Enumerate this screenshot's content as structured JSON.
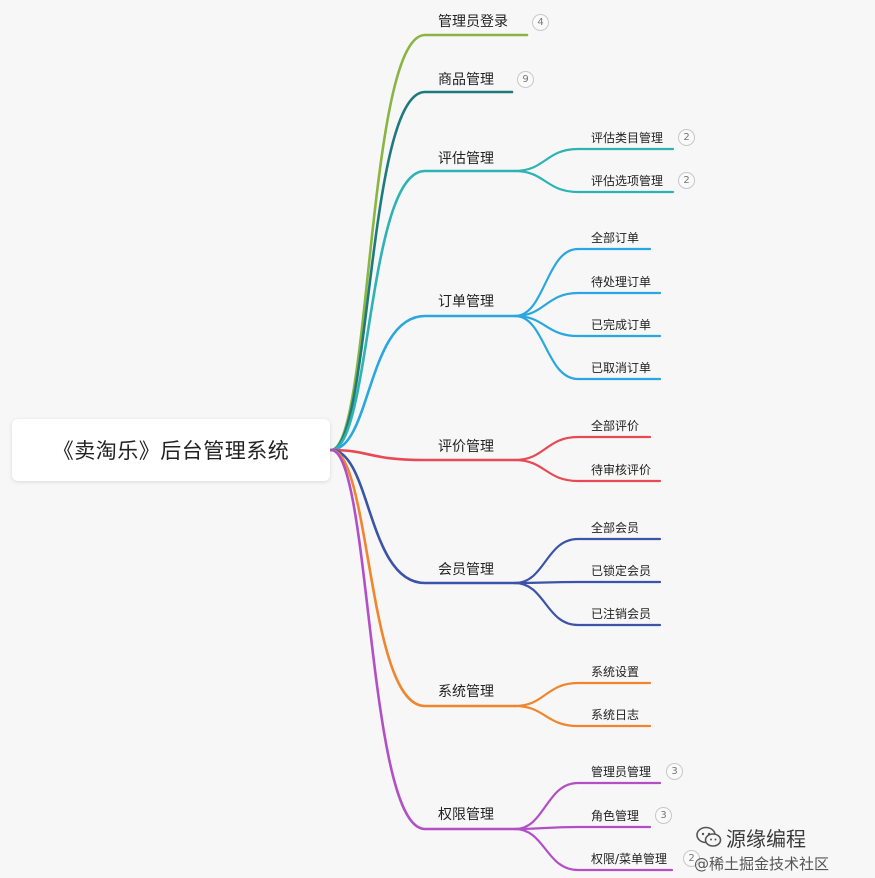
{
  "root": {
    "label": "《卖淘乐》后台管理系统"
  },
  "branches": [
    {
      "id": "admin-login",
      "label": "管理员登录",
      "color": "#8ab542",
      "badge": "4",
      "children": []
    },
    {
      "id": "product",
      "label": "商品管理",
      "color": "#1f7a7d",
      "badge": "9",
      "children": []
    },
    {
      "id": "assessment",
      "label": "评估管理",
      "color": "#2db3b3",
      "badge": "",
      "children": [
        {
          "label": "评估类目管理",
          "badge": "2"
        },
        {
          "label": "评估选项管理",
          "badge": "2"
        }
      ]
    },
    {
      "id": "order",
      "label": "订单管理",
      "color": "#2aa7e0",
      "badge": "",
      "children": [
        {
          "label": "全部订单",
          "badge": ""
        },
        {
          "label": "待处理订单",
          "badge": ""
        },
        {
          "label": "已完成订单",
          "badge": ""
        },
        {
          "label": "已取消订单",
          "badge": ""
        }
      ]
    },
    {
      "id": "review",
      "label": "评价管理",
      "color": "#e84a55",
      "badge": "",
      "children": [
        {
          "label": "全部评价",
          "badge": ""
        },
        {
          "label": "待审核评价",
          "badge": ""
        }
      ]
    },
    {
      "id": "member",
      "label": "会员管理",
      "color": "#3b53a8",
      "badge": "",
      "children": [
        {
          "label": "全部会员",
          "badge": ""
        },
        {
          "label": "已锁定会员",
          "badge": ""
        },
        {
          "label": "已注销会员",
          "badge": ""
        }
      ]
    },
    {
      "id": "system",
      "label": "系统管理",
      "color": "#f0852d",
      "badge": "",
      "children": [
        {
          "label": "系统设置",
          "badge": ""
        },
        {
          "label": "系统日志",
          "badge": ""
        }
      ]
    },
    {
      "id": "permission",
      "label": "权限管理",
      "color": "#b34fc6",
      "badge": "",
      "children": [
        {
          "label": "管理员管理",
          "badge": "3"
        },
        {
          "label": "角色管理",
          "badge": "3"
        },
        {
          "label": "权限/菜单管理",
          "badge": "2"
        }
      ]
    }
  ],
  "watermark": {
    "title": "源缘编程",
    "subtitle": "@稀土掘金技术社区",
    "icon": "wechat-icon"
  }
}
